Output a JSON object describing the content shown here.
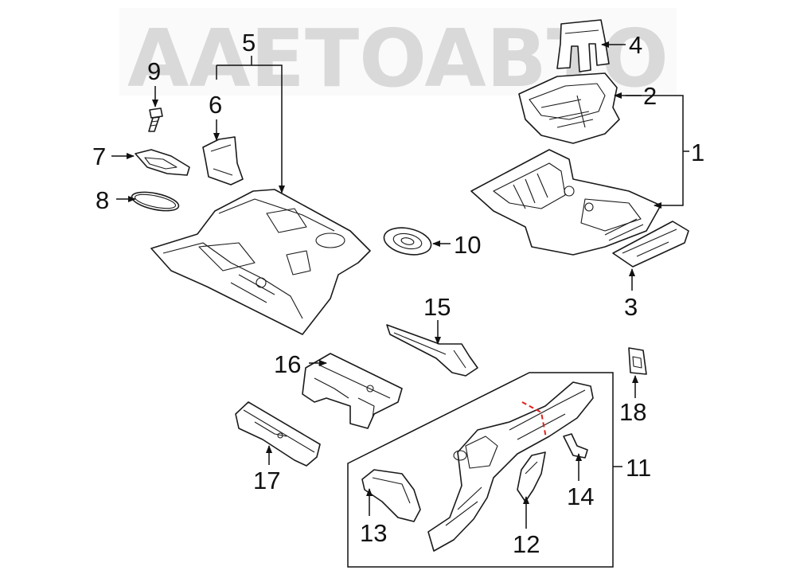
{
  "watermark": {
    "text": "AAETOABTO",
    "color": "#d9d9d9"
  },
  "callouts": {
    "c1": "1",
    "c2": "2",
    "c3": "3",
    "c4": "4",
    "c5": "5",
    "c6": "6",
    "c7": "7",
    "c8": "8",
    "c9": "9",
    "c10": "10",
    "c11": "11",
    "c12": "12",
    "c13": "13",
    "c14": "14",
    "c15": "15",
    "c16": "16",
    "c17": "17",
    "c18": "18"
  },
  "colors": {
    "line": "#1a1a1a",
    "cut_line": "#e0201b"
  }
}
